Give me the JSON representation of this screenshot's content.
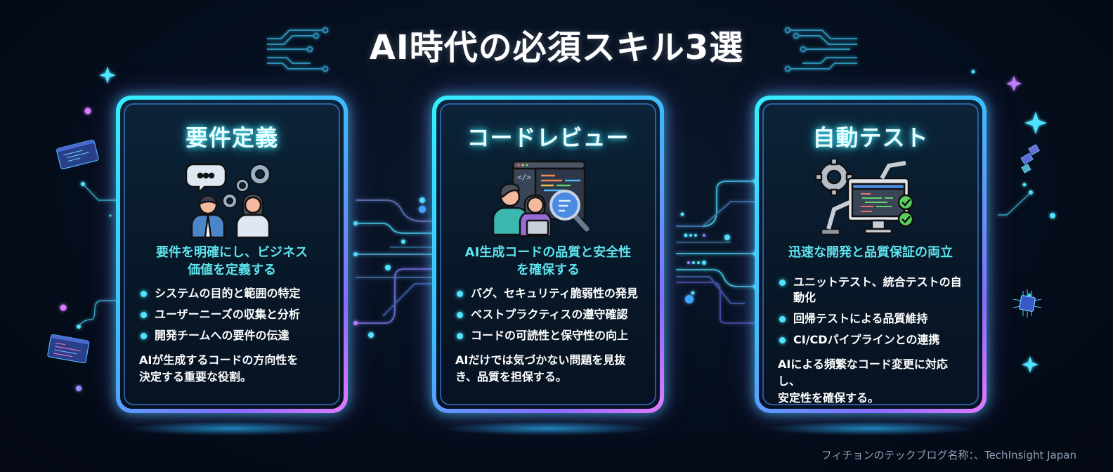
{
  "title": "AI時代の必須スキル3選",
  "colors": {
    "background": "#050d1a",
    "neon_cyan": "#35f0ff",
    "neon_purple": "#e47bff",
    "subtitle": "#5fe3ee",
    "footer_text": "#8f9fb6"
  },
  "cards": [
    {
      "title": "要件定義",
      "icon": "people-discussion-gears-icon",
      "subtitle_line1": "要件を明確にし、ビジネス",
      "subtitle_line2": "価値を定義する",
      "bullets": [
        "システムの目的と範囲の特定",
        "ユーザーニーズの収集と分析",
        "開発チームへの要件の伝達"
      ],
      "desc_line1": "AIが生成するコードの方向性を",
      "desc_line2": "決定する重要な役割。"
    },
    {
      "title": "コードレビュー",
      "icon": "code-review-magnifier-icon",
      "subtitle_line1": "AI生成コードの品質と安全性",
      "subtitle_line2": "を確保する",
      "bullets": [
        "バグ、セキュリティ脆弱性の発見",
        "ベストプラクティスの遵守確認",
        "コードの可読性と保守性の向上"
      ],
      "desc_line1": "AIだけでは気づかない問題を見抜",
      "desc_line2": "き、品質を担保する。"
    },
    {
      "title": "自動テスト",
      "icon": "robot-arm-monitor-checks-icon",
      "subtitle_line1": "迅速な開発と品質保証の両立",
      "subtitle_line2": "",
      "bullets": [
        "ユニットテスト、統合テストの自動化",
        "回帰テストによる品質維持",
        "CI/CDパイプラインとの連携"
      ],
      "desc_line1": "AIによる頻繁なコード変更に対応し、",
      "desc_line2": "安定性を確保する。"
    }
  ],
  "footer": "フィチョンのテックブログ名称：、TechInsight Japan"
}
